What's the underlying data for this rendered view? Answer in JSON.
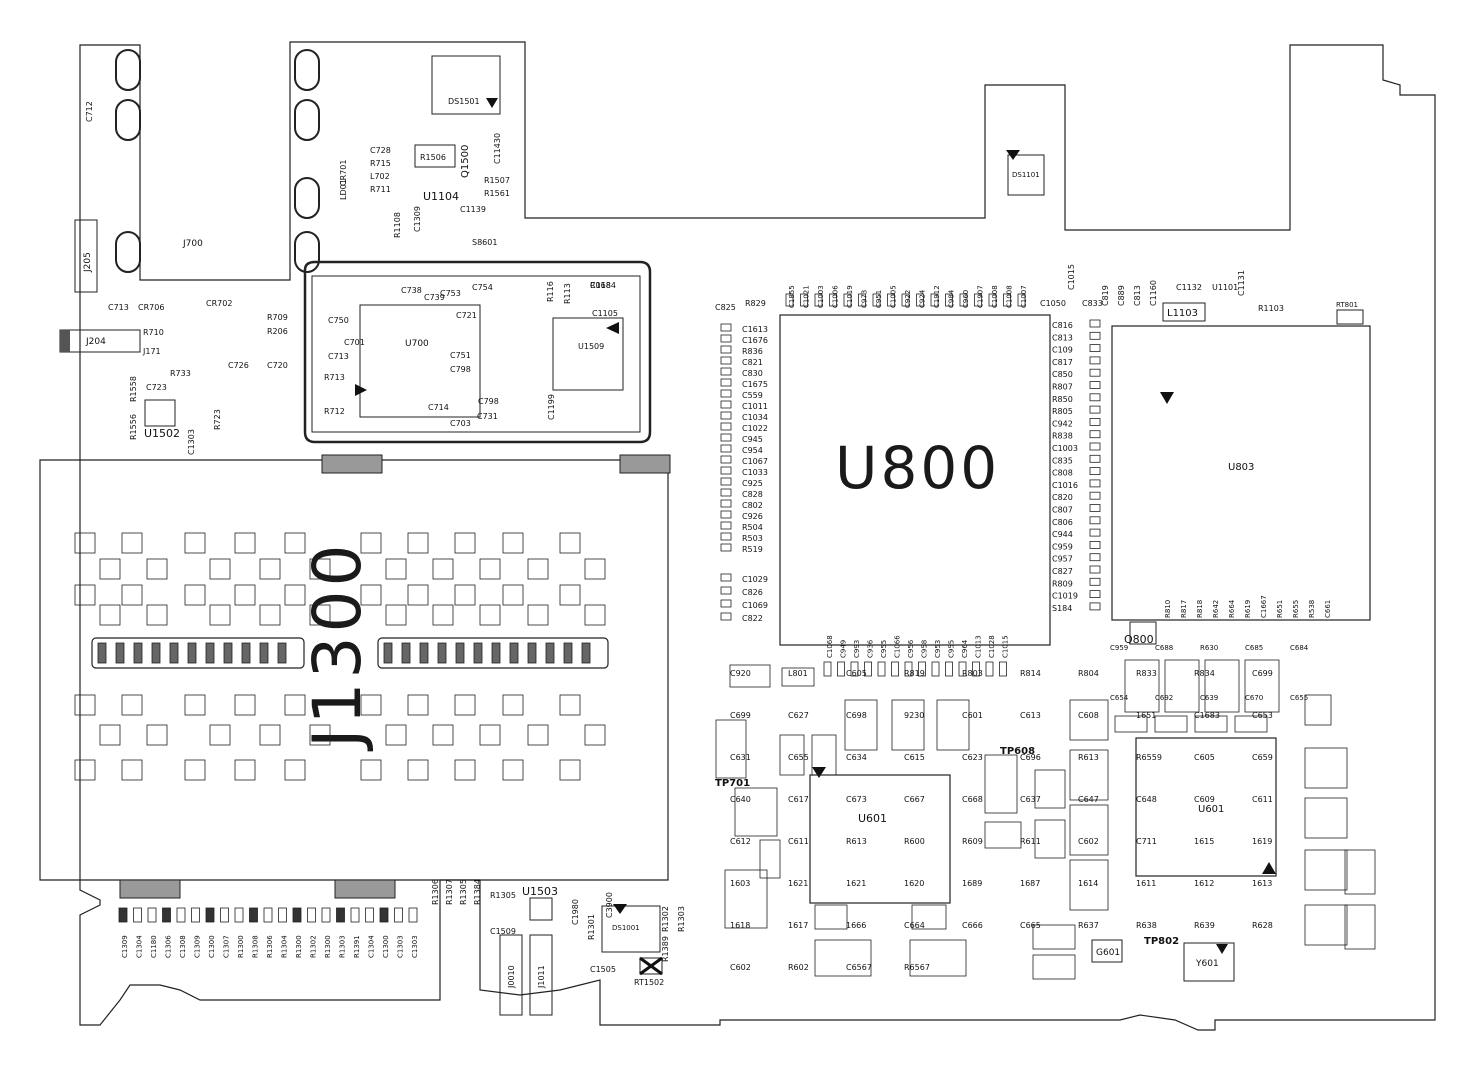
{
  "board": {
    "big_labels": {
      "cpu": "U800",
      "connector": "J1300"
    },
    "chips": {
      "u803": "U803",
      "u601_left": "U601",
      "u601_right": "U601",
      "u700": "U700",
      "u1509": "U1509",
      "ds1501": "DS1501",
      "ds1101": "DS1101",
      "ds1001": "DS1001",
      "y601": "Y601",
      "l1103": "L1103",
      "u1502": "U1502",
      "u1503": "U1503",
      "u1104": "U1104",
      "q800": "Q800",
      "j700": "J700",
      "j205": "J205",
      "j204": "J204",
      "j0010": "J0010",
      "j1011": "J1011",
      "r1506": "R1506",
      "s8601": "S8601",
      "rt801": "RT801",
      "rt1502": "RT1502",
      "tp701": "TP701",
      "tp802": "TP802",
      "tp608": "TP608",
      "g601": "G601",
      "q1500": "Q1500"
    },
    "u800_left_labels": [
      "C1613",
      "C1676",
      "R836",
      "C821",
      "C830",
      "C1675",
      "C559",
      "C1011",
      "C1034",
      "C1022",
      "C945",
      "C954",
      "C1067",
      "C1033",
      "C925",
      "C828",
      "C802",
      "C926",
      "R504",
      "R503",
      "R519"
    ],
    "u800_left_lower": [
      "C1029",
      "C826",
      "C1069",
      "C822"
    ],
    "u800_right_labels": [
      "C816",
      "C813",
      "C109",
      "C817",
      "C850",
      "R807",
      "R850",
      "R805",
      "C942",
      "R838",
      "C1003",
      "C835",
      "C808",
      "C1016",
      "C820",
      "C807",
      "C806",
      "C944",
      "C959",
      "C957",
      "C827",
      "R809",
      "C1019",
      "S184"
    ],
    "u800_top_labels": [
      "C1855",
      "C1021",
      "C1003",
      "C1006",
      "C1019",
      "C973",
      "C951",
      "C1005",
      "C922",
      "C924",
      "C1912",
      "C984",
      "C960",
      "C1907",
      "C1008",
      "C1008",
      "C1007"
    ],
    "u800_bottom_labels": [
      "C1068",
      "C949",
      "C993",
      "C936",
      "C955",
      "C1066",
      "C956",
      "C958",
      "C953",
      "C955",
      "C964",
      "C1013",
      "C1028",
      "C1015"
    ],
    "j1300_bottom_labels": [
      "C1309",
      "C1304",
      "C1180",
      "C1306",
      "C1308",
      "C1309",
      "C1300",
      "C1307",
      "R1300",
      "R1308",
      "R1306",
      "R1304",
      "R1300",
      "R1302",
      "R1300",
      "R1303",
      "R1391",
      "C1304",
      "C1300",
      "C1303",
      "C1303"
    ],
    "top_left_labels": [
      "C712",
      "C728",
      "R715",
      "L702",
      "R711",
      "R1108",
      "C1309",
      "LD01",
      "CR701",
      "C713",
      "CR706",
      "CR702",
      "R709",
      "R206",
      "C720",
      "C726",
      "C723",
      "R733",
      "R710",
      "J171",
      "R1558",
      "R1556",
      "C1303",
      "R723",
      "C1139",
      "R1507",
      "R1561",
      "C11430"
    ],
    "u700_labels": [
      "C750",
      "C701",
      "C713",
      "R713",
      "R712",
      "C738",
      "C753",
      "C754",
      "C739",
      "C721",
      "C751",
      "C798",
      "C731",
      "C703",
      "C714",
      "C798",
      "R018"
    ],
    "u1509_labels": [
      "C1684",
      "C1105",
      "R113",
      "R116",
      "C1199"
    ],
    "right_small_labels": [
      "C1132",
      "U1101",
      "C1131",
      "R1103",
      "C833",
      "C819",
      "C889",
      "C813",
      "C1160",
      "C1050",
      "C1015",
      "C825",
      "R829"
    ],
    "q800_labels": [
      "R810",
      "R817",
      "R818",
      "R642",
      "R664",
      "R619",
      "C1667",
      "R651",
      "R655",
      "R538",
      "C661",
      "C959",
      "C688",
      "R630",
      "C685",
      "C684",
      "C654",
      "C692",
      "C639",
      "C670",
      "C655"
    ],
    "lower_mid_labels": [
      "C920",
      "L801",
      "C605",
      "R819",
      "R803",
      "R814",
      "R804",
      "R833",
      "R834",
      "C699",
      "C699",
      "C627",
      "C698",
      "9230",
      "C601",
      "C613",
      "C608",
      "1651",
      "C1683",
      "C653",
      "C631",
      "C655",
      "C634",
      "C615",
      "C623",
      "C696",
      "R613",
      "R6559",
      "C605",
      "C659",
      "C640",
      "C617",
      "C673",
      "C667",
      "C668",
      "C637",
      "C647",
      "C648",
      "C609",
      "C611",
      "C612",
      "C611",
      "R613",
      "R600",
      "R609",
      "R611",
      "C602",
      "C711",
      "1615",
      "1619",
      "1603",
      "1621",
      "1621",
      "1620",
      "1689",
      "1687",
      "1614",
      "1611",
      "1612",
      "1613",
      "1618",
      "1617",
      "1666",
      "C664",
      "C666",
      "C665",
      "R637",
      "R638",
      "R639",
      "R628",
      "C602",
      "R602",
      "C6567",
      "R6567"
    ],
    "lower_left_labels": [
      "R1306",
      "R1307",
      "R1305",
      "R1384",
      "R1305",
      "C1509",
      "C1980",
      "R1301",
      "C1505",
      "R1302",
      "R1303",
      "R1389",
      "C3900"
    ]
  }
}
